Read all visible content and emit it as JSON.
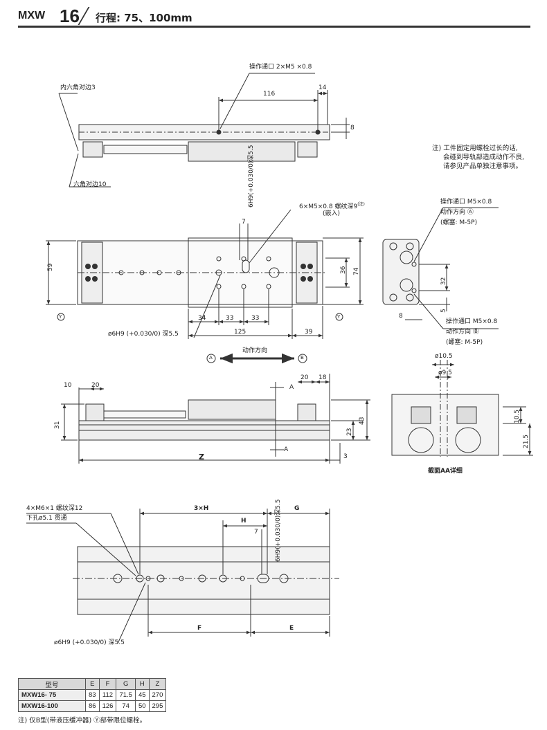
{
  "header": {
    "model": "MXW",
    "size": "16",
    "stroke_label": "行程: 75、100mm"
  },
  "top_view": {
    "port_label": "操作通口 2×M5 ×0.8",
    "hex_socket": "内六角对边3",
    "hex": "六角对边10",
    "dims": [
      "116",
      "14",
      "8"
    ]
  },
  "right_note": {
    "lines": [
      "注) 工件固定用螺栓过长的话,",
      "会碰到导轨部造成动作不良,",
      "请参见产品单独注意事项。"
    ]
  },
  "plan_view": {
    "thread_label": "6×M5×0.8 螺纹深9",
    "thread_sup": "(注)",
    "embedded": "(嵌入)",
    "hole_tol": "6H9(+0.030/0)深5.5",
    "pin_label": "ø6H9 (+0.030/0) 深5.5",
    "dims": [
      "7",
      "59",
      "36",
      "74",
      "34",
      "33",
      "33",
      "125",
      "39"
    ],
    "y_mark": "Y"
  },
  "end_view": {
    "port_a": "操作通口 M5×0.8",
    "dir_a": "动作方向 Ⓐ",
    "plug_a": "(螺塞: M-5P)",
    "port_b": "操作通口 M5×0.8",
    "dir_b": "动作方向 Ⓑ",
    "plug_b": "(螺塞: M-5P)",
    "dims": [
      "32",
      "5",
      "8"
    ]
  },
  "direction": {
    "a": "A",
    "b": "B",
    "label": "动作方向"
  },
  "side_view": {
    "dims": [
      "10",
      "20",
      "20",
      "18",
      "31",
      "23",
      "43",
      "Z",
      "3"
    ],
    "section": "A"
  },
  "section_view": {
    "dims": [
      "ø10.5",
      "ø9.5",
      "10.5",
      "21.5"
    ],
    "caption": "截面AA详细"
  },
  "bottom_view": {
    "thread": "4×M6×1 螺纹深12",
    "through": "下孔ø5.1 贯通",
    "pin": "ø6H9 (+0.030/0) 深5.5",
    "hole_tol": "6H9(+0.030/0)深5.5",
    "dims": [
      "3×H",
      "G",
      "H",
      "7",
      "F",
      "E"
    ]
  },
  "table": {
    "headers": [
      "型号",
      "E",
      "F",
      "G",
      "H",
      "Z"
    ],
    "rows": [
      [
        "MXW16- 75",
        "83",
        "112",
        "71.5",
        "45",
        "270"
      ],
      [
        "MXW16-100",
        "86",
        "126",
        "74",
        "50",
        "295"
      ]
    ]
  },
  "footnote": "注) 仅B型(带液压缓冲器) Ⓨ部带限位螺栓。"
}
